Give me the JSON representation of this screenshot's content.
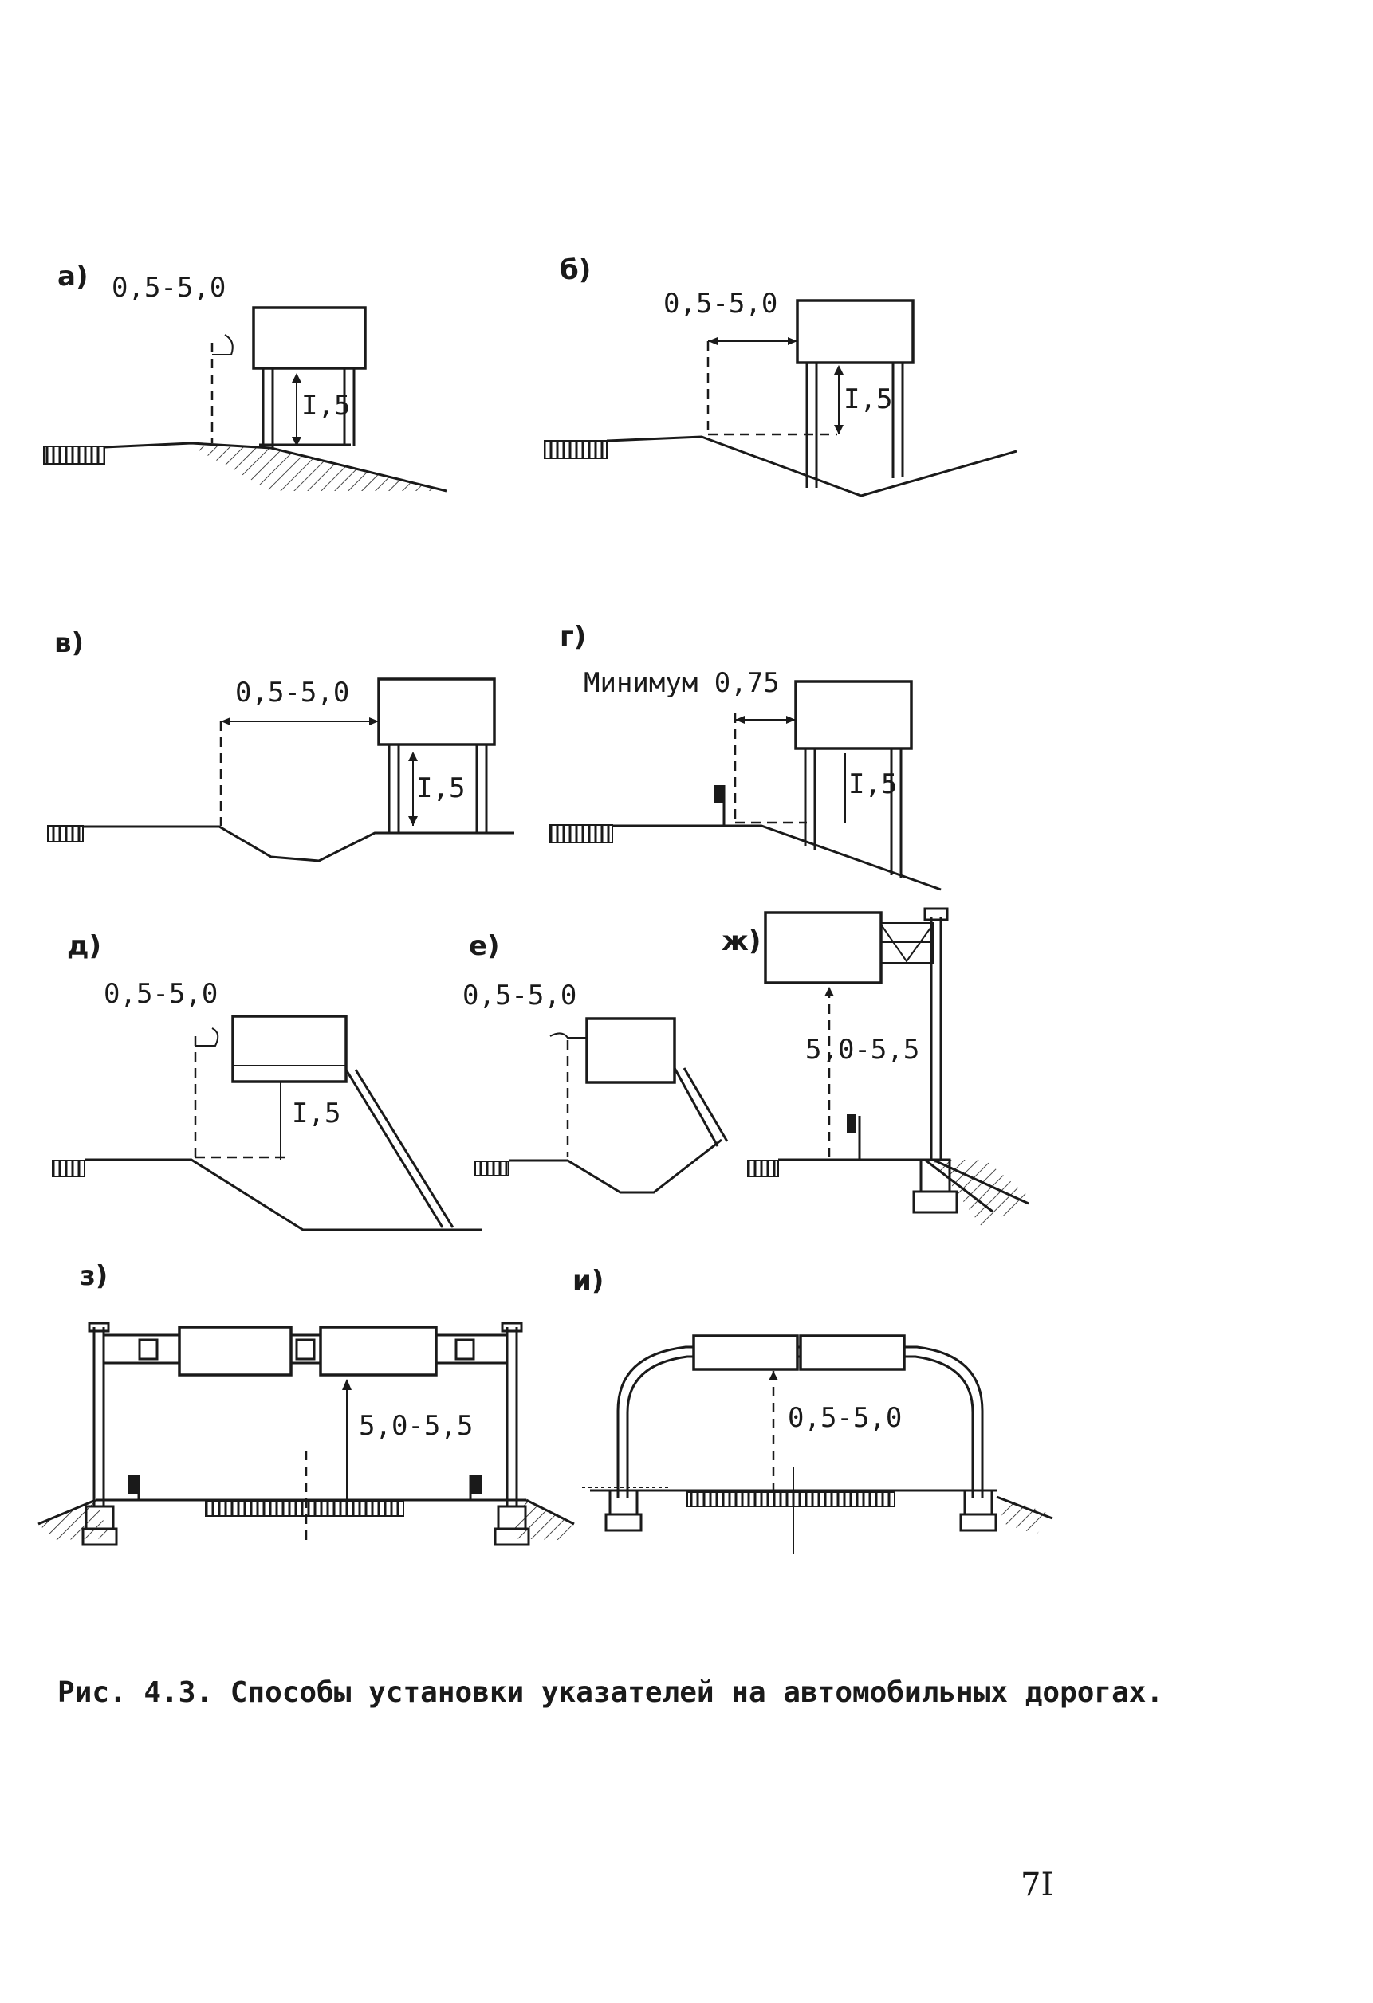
{
  "panels": {
    "a": {
      "label": "а)",
      "dim": "0,5-5,0",
      "height": "I,5"
    },
    "b": {
      "label": "б)",
      "dim": "0,5-5,0",
      "height": "I,5"
    },
    "v": {
      "label": "в)",
      "dim": "0,5-5,0",
      "height": "I,5"
    },
    "g": {
      "label": "г)",
      "dim": "Минимум 0,75",
      "height": "I,5"
    },
    "d": {
      "label": "д)",
      "dim": "0,5-5,0",
      "height": "I,5"
    },
    "e": {
      "label": "е)",
      "dim": "0,5-5,0"
    },
    "zh": {
      "label": "ж)",
      "height": "5,0-5,5"
    },
    "z": {
      "label": "з)",
      "height": "5,0-5,5"
    },
    "i": {
      "label": "и)",
      "height": "0,5-5,0"
    }
  },
  "caption": "Рис. 4.3. Способы установки указателей на автомобильных дорогах.",
  "page_number": "7I"
}
